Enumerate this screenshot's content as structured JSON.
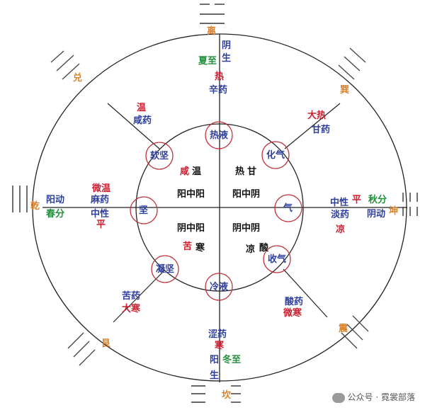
{
  "colors": {
    "red": "#cc2030",
    "blue": "#2f3f9e",
    "green": "#1f8f3a",
    "orange": "#d9822b",
    "black": "#111111"
  },
  "trigrams": {
    "li": "离",
    "dui": "兑",
    "xun": "巽",
    "qian": "乾",
    "kun": "坤",
    "gen": "艮",
    "zhen": "震",
    "kan": "坎"
  },
  "top": {
    "yin": "阴",
    "sheng": "生",
    "season": "夏至",
    "re": "热",
    "drug": "辛药"
  },
  "bottom": {
    "drug": "涩药",
    "han": "寒",
    "yang": "阳",
    "season": "冬至",
    "sheng": "生"
  },
  "left": {
    "move": "阳动",
    "season": "春分",
    "warm": "微温",
    "drug": "麻药",
    "nature": "中性",
    "ping": "平"
  },
  "right": {
    "nature": "中性",
    "ping": "平",
    "drug": "淡药",
    "liang": "凉",
    "season": "秋分",
    "move": "阴动"
  },
  "upper_left": {
    "wen": "温",
    "drug": "咸药"
  },
  "upper_right": {
    "hot": "大热",
    "drug": "甘药"
  },
  "lower_left": {
    "drug": "苦药",
    "cold": "大寒"
  },
  "lower_right": {
    "drug": "酸药",
    "cold": "微寒"
  },
  "nodes": {
    "top": "热液",
    "upper_right": "化气",
    "right": "气",
    "lower_right": "收气",
    "bottom": "冷液",
    "lower_left": "凝坚",
    "left": "坚",
    "upper_left": "软坚"
  },
  "inner": {
    "q1": "阳中阳",
    "q2": "阳中阴",
    "q3": "阴中阳",
    "q4": "阴中阴",
    "xian": "咸",
    "wen": "温",
    "re": "热",
    "gan": "甘",
    "ku": "苦",
    "han": "寒",
    "liang": "凉",
    "suan": "酸"
  },
  "watermark": "公众号 · 霓裳部落"
}
